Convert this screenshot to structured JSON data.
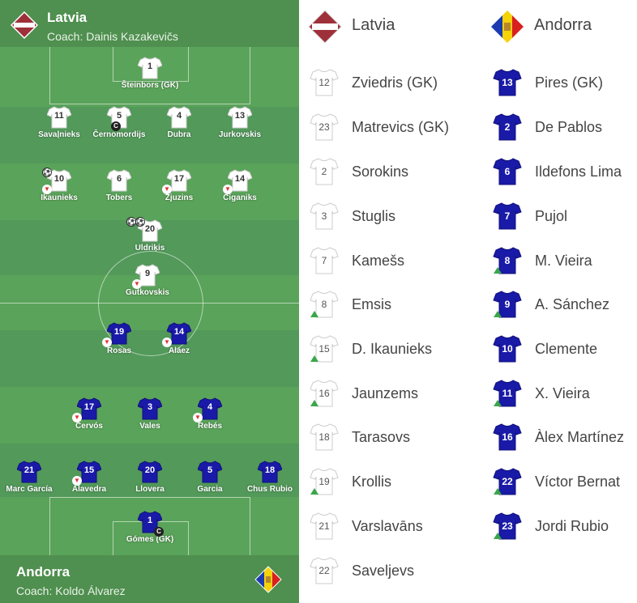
{
  "pitch": {
    "home_team": {
      "name": "Latvia",
      "coach": "Coach: Dainis Kazakevičs"
    },
    "away_team": {
      "name": "Andorra",
      "coach": "Coach: Koldo Álvarez"
    },
    "home_players": [
      {
        "num": "1",
        "name": "Šteinbors (GK)"
      },
      {
        "num": "11",
        "name": "Savaļnieks"
      },
      {
        "num": "5",
        "name": "Černomordijs",
        "captain": true
      },
      {
        "num": "4",
        "name": "Dubra"
      },
      {
        "num": "13",
        "name": "Jurkovskis"
      },
      {
        "num": "10",
        "name": "Ikaunieks",
        "goal": true,
        "subbed": true
      },
      {
        "num": "6",
        "name": "Tobers"
      },
      {
        "num": "17",
        "name": "Zjuzins",
        "subbed": true
      },
      {
        "num": "14",
        "name": "Ciganiks",
        "subbed": true
      },
      {
        "num": "20",
        "name": "Uldriķis",
        "goals": 2
      },
      {
        "num": "9",
        "name": "Gutkovskis",
        "subbed": true
      }
    ],
    "away_players": [
      {
        "num": "19",
        "name": "Rosas",
        "subbed": true
      },
      {
        "num": "14",
        "name": "Aláez",
        "subbed": true
      },
      {
        "num": "17",
        "name": "Cervós",
        "subbed": true
      },
      {
        "num": "3",
        "name": "Vales"
      },
      {
        "num": "4",
        "name": "Rebés",
        "subbed": true
      },
      {
        "num": "21",
        "name": "Marc García"
      },
      {
        "num": "15",
        "name": "Alavedra",
        "subbed": true
      },
      {
        "num": "20",
        "name": "Llovera"
      },
      {
        "num": "5",
        "name": "Garcia"
      },
      {
        "num": "18",
        "name": "Chus Rubio"
      },
      {
        "num": "1",
        "name": "Gómes (GK)",
        "captain": true
      }
    ],
    "badges": {
      "captain": "C",
      "sub": "▼",
      "goal": "⚽"
    }
  },
  "bench": {
    "home": {
      "team": "Latvia",
      "players": [
        {
          "num": "12",
          "name": "Zviedris (GK)"
        },
        {
          "num": "23",
          "name": "Matrevics (GK)"
        },
        {
          "num": "2",
          "name": "Sorokins"
        },
        {
          "num": "3",
          "name": "Stuglis"
        },
        {
          "num": "7",
          "name": "Kamešs"
        },
        {
          "num": "8",
          "name": "Emsis",
          "subbed_on": true
        },
        {
          "num": "15",
          "name": "D. Ikaunieks",
          "subbed_on": true
        },
        {
          "num": "16",
          "name": "Jaunzems",
          "subbed_on": true
        },
        {
          "num": "18",
          "name": "Tarasovs"
        },
        {
          "num": "19",
          "name": "Krollis",
          "subbed_on": true
        },
        {
          "num": "21",
          "name": "Varslavāns"
        },
        {
          "num": "22",
          "name": "Saveljevs"
        }
      ]
    },
    "away": {
      "team": "Andorra",
      "players": [
        {
          "num": "13",
          "name": "Pires (GK)"
        },
        {
          "num": "2",
          "name": "De Pablos"
        },
        {
          "num": "6",
          "name": "Ildefons Lima"
        },
        {
          "num": "7",
          "name": "Pujol"
        },
        {
          "num": "8",
          "name": "M. Vieira",
          "subbed_on": true
        },
        {
          "num": "9",
          "name": "A. Sánchez",
          "subbed_on": true
        },
        {
          "num": "10",
          "name": "Clemente"
        },
        {
          "num": "11",
          "name": "X. Vieira",
          "subbed_on": true
        },
        {
          "num": "16",
          "name": "Àlex Martínez"
        },
        {
          "num": "22",
          "name": "Víctor Bernat",
          "subbed_on": true
        },
        {
          "num": "23",
          "name": "Jordi Rubio",
          "subbed_on": true
        }
      ]
    }
  },
  "colors": {
    "pitch_light": "#5aa35a",
    "pitch_dark": "#4f9a4f",
    "header_green": "#4f8f4f",
    "home_shirt": "#ffffff",
    "away_shirt": "#1a1aa8",
    "latvia_red": "#9e3039",
    "sub_up": "#3aa64a",
    "sub_down": "#dd3333"
  }
}
